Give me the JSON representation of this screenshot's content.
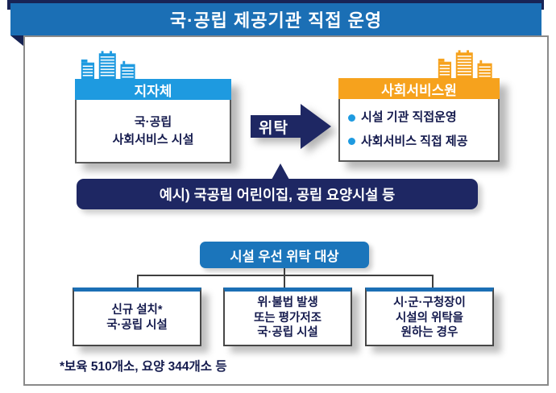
{
  "title": "국·공립 제공기관 직접 운영",
  "flow": {
    "left_box": {
      "header": "지자체",
      "body_lines": [
        "국·공립",
        "사회서비스 시설"
      ]
    },
    "arrow_label": "위탁",
    "right_box": {
      "header": "사회서비스원",
      "bullets": [
        "시설 기관 직접운영",
        "사회서비스 직접 제공"
      ]
    },
    "example_note": "예시) 국공립 어린이집, 공립 요양시설 등"
  },
  "priority": {
    "header": "시설 우선 위탁 대상",
    "items": [
      {
        "lines": [
          "신규 설치*",
          "국·공립 시설"
        ]
      },
      {
        "lines": [
          "위·불법 발생",
          "또는 평가저조",
          "국·공립 시설"
        ]
      },
      {
        "lines": [
          "시·군·구청장이",
          "시설의 위탁을",
          "원하는 경우"
        ]
      }
    ]
  },
  "footnote": "*보육 510개소, 요양 344개소 등",
  "colors": {
    "banner_blue": "#1b6fb5",
    "navy": "#1e2763",
    "light_blue": "#1e9ae0",
    "orange": "#f6a21d",
    "priority_blue": "#1b75bb"
  }
}
